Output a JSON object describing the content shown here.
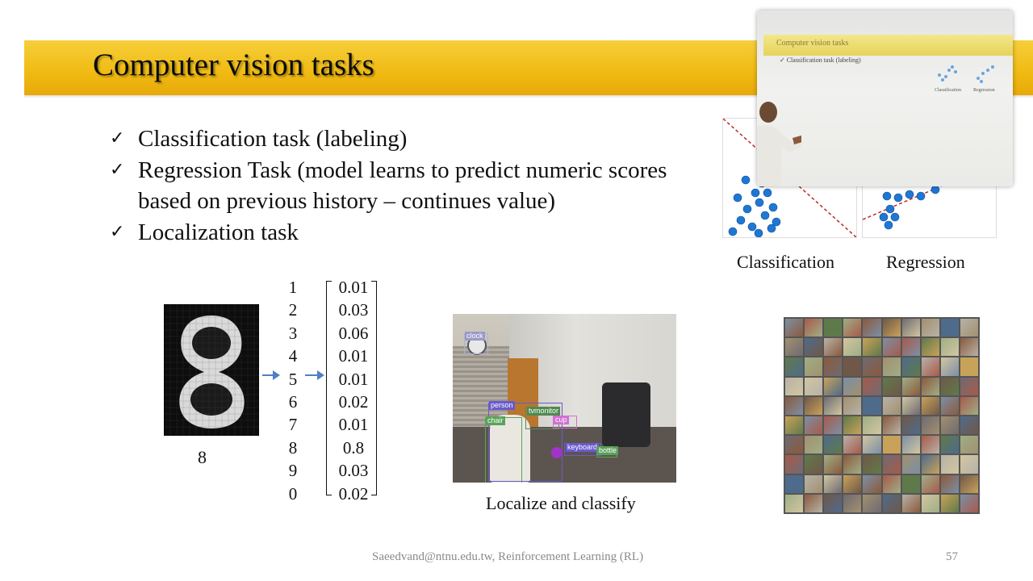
{
  "slide": {
    "title": "Computer vision tasks",
    "bullets": [
      "Classification task (labeling)",
      "Regression Task (model learns to predict numeric scores based on previous history – continues value)",
      "Localization task"
    ],
    "bullet_glyph": "✓"
  },
  "digit_figure": {
    "caption": "8",
    "class_labels": [
      "1",
      "2",
      "3",
      "4",
      "5",
      "6",
      "7",
      "8",
      "9",
      "0"
    ],
    "probabilities": [
      "0.01",
      "0.03",
      "0.06",
      "0.01",
      "0.01",
      "0.02",
      "0.01",
      "0.8",
      "0.03",
      "0.02"
    ]
  },
  "detection_figure": {
    "caption": "Localize and classify",
    "labels": [
      "clock",
      "person",
      "tvmonitor",
      "chair",
      "keyboard",
      "cup",
      "bottle"
    ]
  },
  "scatter_figure": {
    "classification_label": "Classification",
    "regression_label": "Regression"
  },
  "video_overlay": {
    "title": "Computer vision tasks",
    "bullet": "✓ Classification task (labeling)",
    "label_classification": "Classification",
    "label_regression": "Regression"
  },
  "footer": {
    "text": "Saeedvand@ntnu.edu.tw, Reinforcement Learning (RL)",
    "page": "57"
  },
  "colors": {
    "title_band": "#f0ba12",
    "point_blue": "#1f77d4",
    "dashed_red": "#c0282a",
    "arrow_blue": "#4f7fc4"
  }
}
